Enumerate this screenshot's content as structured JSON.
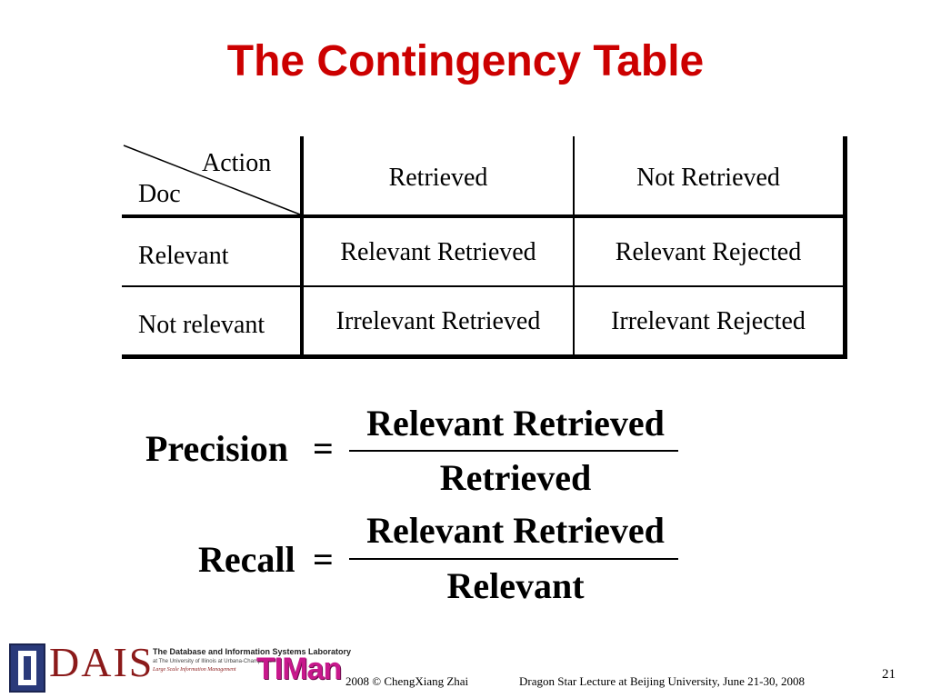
{
  "slide": {
    "title": "The Contingency Table",
    "page_number": "21"
  },
  "table": {
    "corner_col_label": "Action",
    "corner_row_label": "Doc",
    "col_headers": [
      "Retrieved",
      "Not Retrieved"
    ],
    "rows": [
      {
        "label": "Relevant",
        "cells": [
          "Relevant Retrieved",
          "Relevant Rejected"
        ]
      },
      {
        "label": "Not relevant",
        "cells": [
          "Irrelevant Retrieved",
          "Irrelevant Rejected"
        ]
      }
    ]
  },
  "formulas": [
    {
      "lhs": "Precision",
      "eq": "=",
      "numerator": "Relevant Retrieved",
      "denominator": "Retrieved"
    },
    {
      "lhs": "Recall",
      "eq": "=",
      "numerator": "Relevant Retrieved",
      "denominator": "Relevant"
    }
  ],
  "footer": {
    "logo_text": "DAIS",
    "lab_name": "The Database and Information Systems Laboratory",
    "lab_sub": "at The University of Illinois at Urbana-Champaign",
    "lab_sub2": "Large Scale Information Management",
    "logo2_text": "TIMan",
    "copyright": "2008 © ChengXiang Zhai",
    "lecture": "Dragon Star Lecture at Beijing University, June 21-30, 2008"
  },
  "colors": {
    "title": "#cc0000",
    "dais": "#8b1a1a",
    "timan": "#c8188c"
  }
}
